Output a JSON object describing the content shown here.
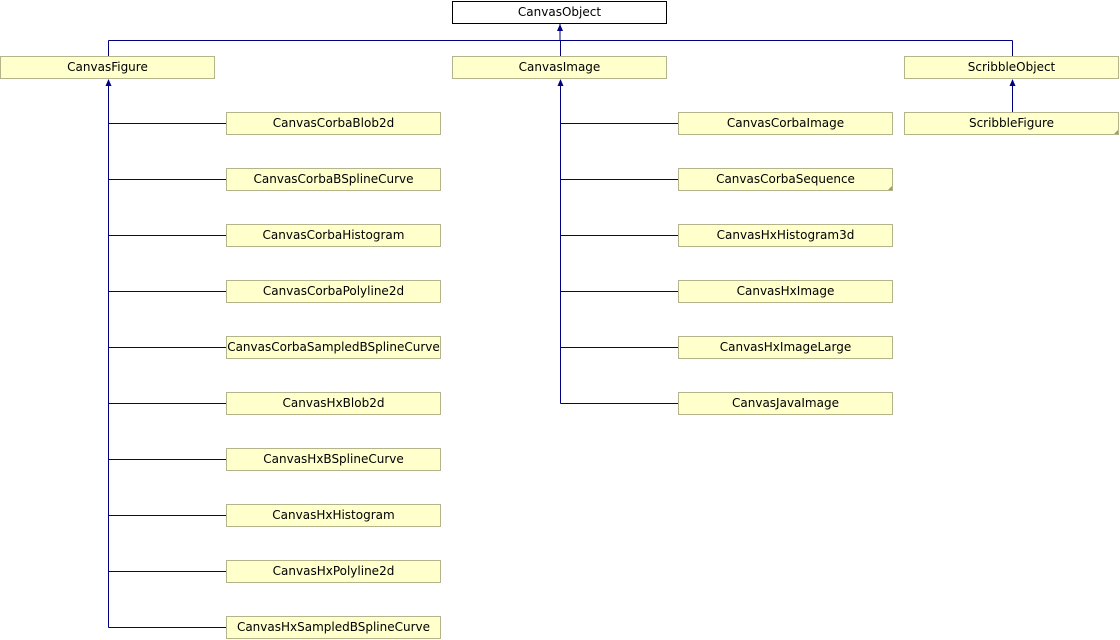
{
  "root": {
    "label": "CanvasObject"
  },
  "columns": [
    {
      "parent": {
        "label": "CanvasFigure"
      },
      "children": [
        {
          "label": "CanvasCorbaBlob2d"
        },
        {
          "label": "CanvasCorbaBSplineCurve"
        },
        {
          "label": "CanvasCorbaHistogram"
        },
        {
          "label": "CanvasCorbaPolyline2d"
        },
        {
          "label": "CanvasCorbaSampledBSplineCurve"
        },
        {
          "label": "CanvasHxBlob2d"
        },
        {
          "label": "CanvasHxBSplineCurve"
        },
        {
          "label": "CanvasHxHistogram"
        },
        {
          "label": "CanvasHxPolyline2d"
        },
        {
          "label": "CanvasHxSampledBSplineCurve"
        }
      ]
    },
    {
      "parent": {
        "label": "CanvasImage"
      },
      "children": [
        {
          "label": "CanvasCorbaImage"
        },
        {
          "label": "CanvasCorbaSequence",
          "has_more": true
        },
        {
          "label": "CanvasHxHistogram3d"
        },
        {
          "label": "CanvasHxImage"
        },
        {
          "label": "CanvasHxImageLarge"
        },
        {
          "label": "CanvasJavaImage"
        }
      ]
    },
    {
      "parent": {
        "label": "ScribbleObject"
      },
      "children": [
        {
          "label": "ScribbleFigure",
          "has_more": true
        }
      ]
    }
  ],
  "colors": {
    "node_fill": "#ffffcc",
    "node_border": "#b3b38c",
    "root_fill": "#ffffff",
    "edge": "#000080"
  }
}
